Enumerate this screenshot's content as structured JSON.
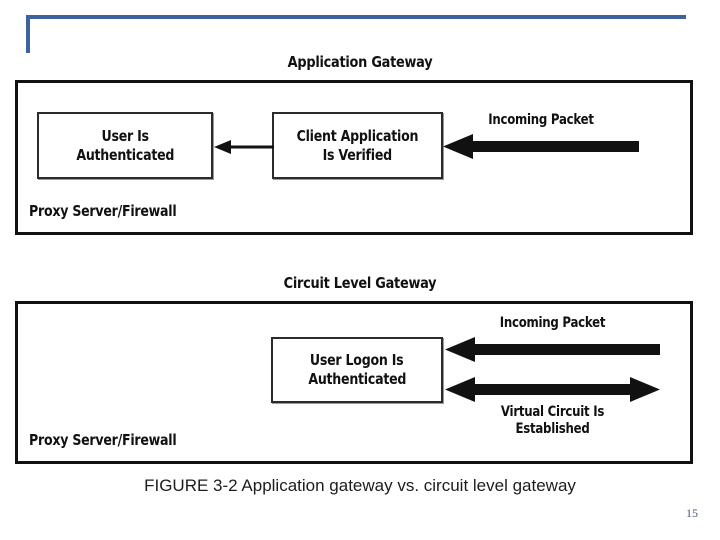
{
  "slide": {
    "accent_color": "#3b639f",
    "caption": "FIGURE 3-2 Application gateway vs. circuit level gateway",
    "page_number": "15"
  },
  "figures": [
    {
      "id": "application-gateway",
      "title": "Application Gateway",
      "zone_label": "Proxy Server/Firewall",
      "boxes": [
        {
          "id": "user-is-authenticated",
          "lines": [
            "User Is",
            "Authenticated"
          ]
        },
        {
          "id": "client-application-is-verified",
          "lines": [
            "Client Application",
            "Is Verified"
          ]
        }
      ],
      "arrows": [
        {
          "id": "verified-to-authenticated",
          "style": "thin",
          "direction": "left",
          "label": ""
        },
        {
          "id": "incoming-packet",
          "style": "thick",
          "direction": "left",
          "label": "Incoming Packet"
        }
      ]
    },
    {
      "id": "circuit-level-gateway",
      "title": "Circuit Level Gateway",
      "zone_label": "Proxy Server/Firewall",
      "boxes": [
        {
          "id": "user-logon-is-authenticated",
          "lines": [
            "User Logon Is",
            "Authenticated"
          ]
        }
      ],
      "arrows": [
        {
          "id": "incoming-packet",
          "style": "thick",
          "direction": "left",
          "label": "Incoming Packet"
        },
        {
          "id": "virtual-circuit-established",
          "style": "thick",
          "direction": "both",
          "label_lines": [
            "Virtual Circuit Is",
            "Established"
          ]
        }
      ]
    }
  ]
}
